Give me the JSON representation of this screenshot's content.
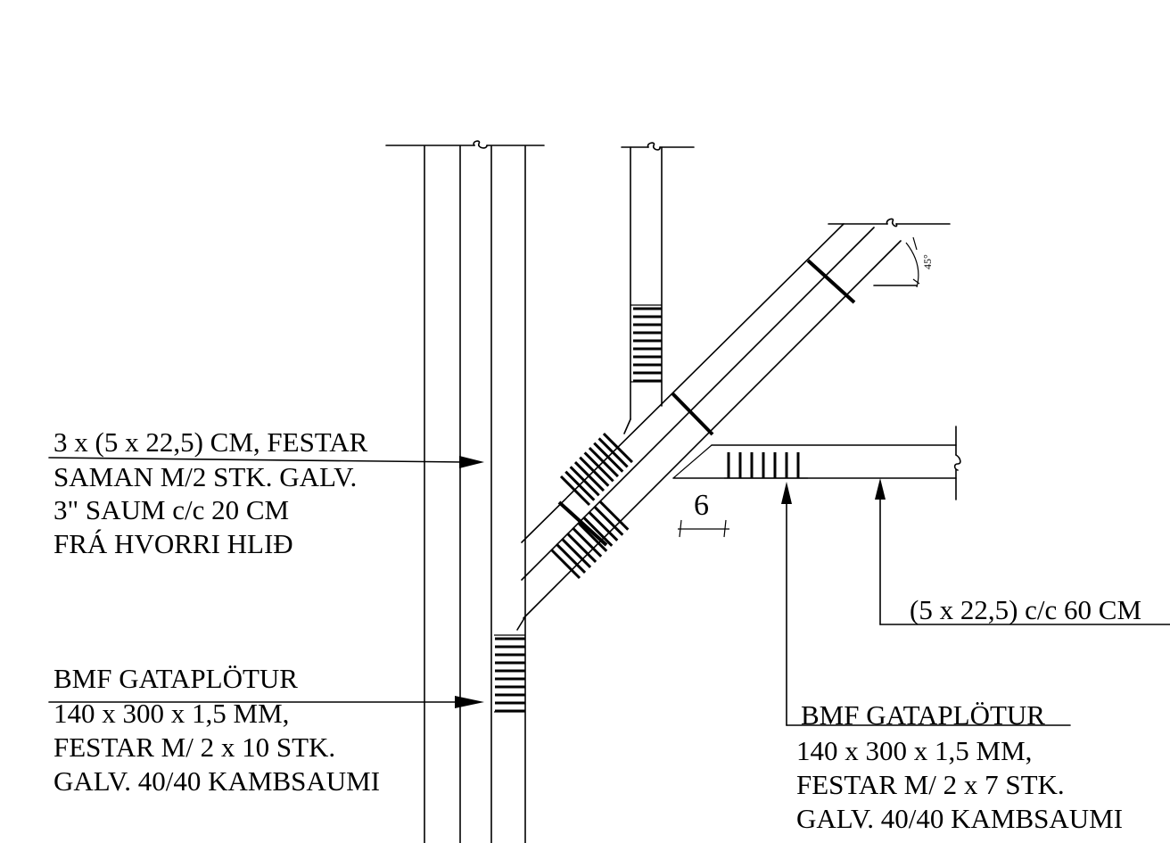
{
  "labels": {
    "member_top": {
      "lines": [
        "3 x (5 x 22,5) CM, FESTAR",
        "SAMAN M/2 STK. GALV.",
        "3\" SAUM c/c 20 CM",
        "FRÁ HVORRI HLIÐ"
      ]
    },
    "plate_left": {
      "lines": [
        "BMF GATAPLÖTUR",
        "140 x 300 x 1,5 MM,",
        "FESTAR M/ 2 x 10 STK.",
        "GALV. 40/40 KAMBSAUMI"
      ]
    },
    "plate_right": {
      "lines": [
        "BMF GATAPLÖTUR",
        "140 x 300 x 1,5 MM,",
        "FESTAR M/ 2 x 7 STK.",
        "GALV. 40/40 KAMBSAUMI"
      ]
    },
    "joist": "(5 x 22,5) c/c 60 CM"
  },
  "dimensions": {
    "spacing": "6",
    "angle": "45°"
  }
}
